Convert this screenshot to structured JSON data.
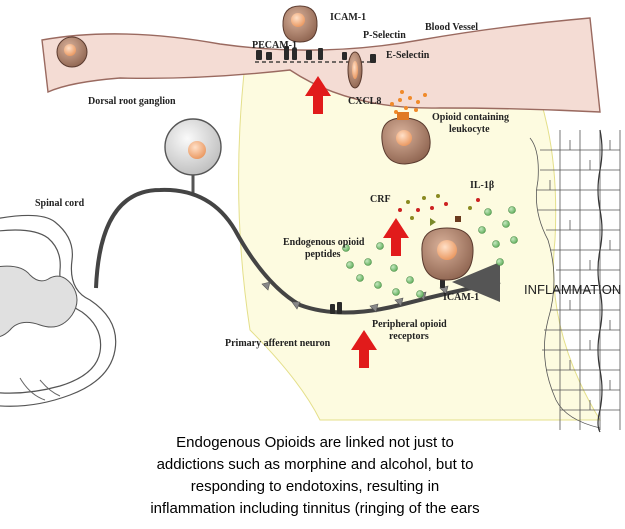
{
  "labels": {
    "blood_vessel": "Blood Vessel",
    "pecam": "PECAM-1",
    "icam_top": "ICAM-1",
    "p_selectin": "P-Selectin",
    "e_selectin": "E-Selectin",
    "drg": "Dorsal root ganglion",
    "cxcl8": "CXCL8",
    "opioid_leukocyte_1": "Opioid containing",
    "opioid_leukocyte_2": "leukocyte",
    "spinal_cord": "Spinal cord",
    "crf": "CRF",
    "il1b": "IL-1β",
    "endogenous_1": "Endogenous opioid",
    "endogenous_2": "peptides",
    "inflammation": "INFLAMMATION",
    "icam_bottom": "ICAM-1",
    "peripheral_1": "Peripheral opioid",
    "peripheral_2": "receptors",
    "primary_afferent": "Primary afferent neuron"
  },
  "caption": [
    "Endogenous Opioids are linked not just to",
    "addictions such as morphine and alcohol, but to",
    "responding to endotoxins, resulting in",
    "inflammation including tinnitus (ringing of the ears"
  ],
  "colors": {
    "vessel": "#f4dcd4",
    "inflammation_zone": "#fdfbe0",
    "arrow": "#e11b1b",
    "cell": "#c99a80",
    "nucleus": "#f2b184",
    "green_dot": "#8fc98b"
  }
}
